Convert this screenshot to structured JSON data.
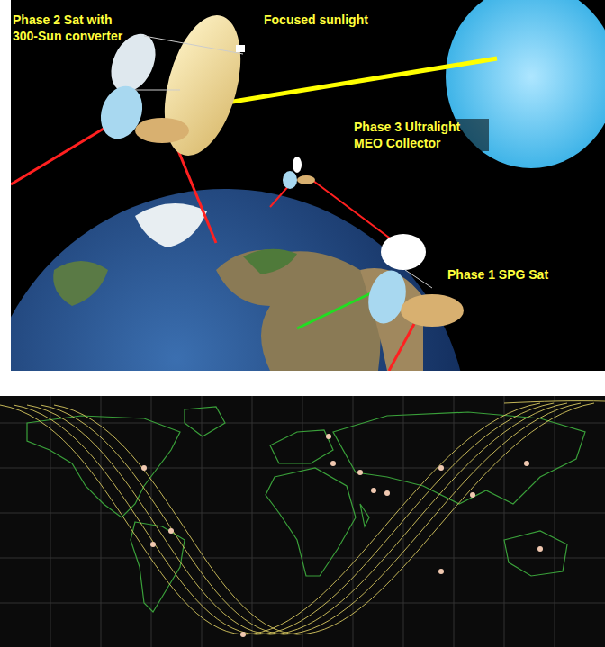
{
  "diagram": {
    "labels": [
      "Phase 2 Sat with 300-Sun converter",
      "Focused sunlight",
      "Phase 3 Ultralight MEO Collector",
      "Phase 1 SPG Sat"
    ]
  }
}
